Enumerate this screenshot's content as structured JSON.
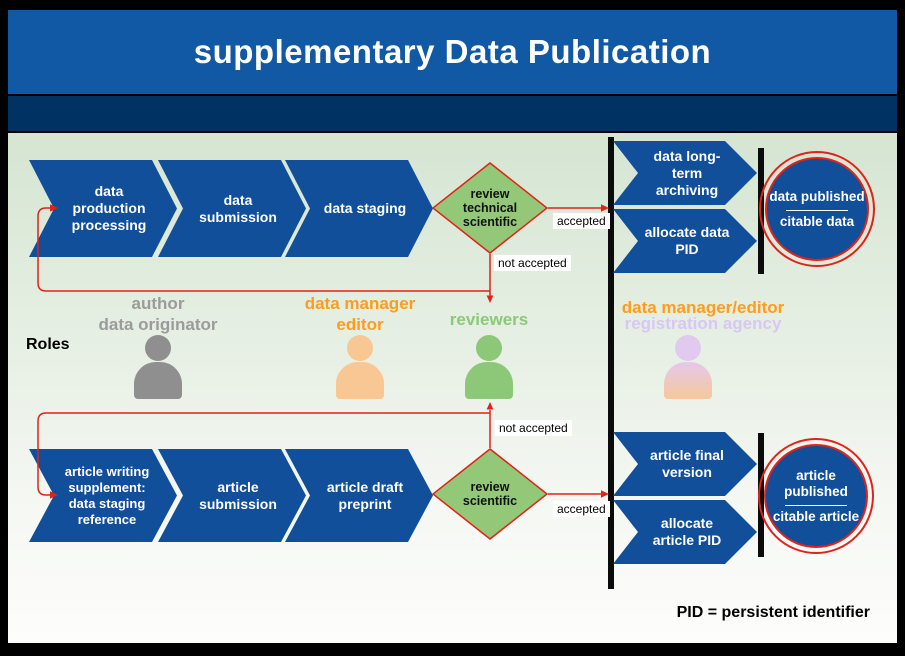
{
  "title": "supplementary Data Publication",
  "footnote": "PID = persistent identifier",
  "roles_heading": "Roles",
  "data_flow": {
    "steps": [
      "data production processing",
      "data submission",
      "data staging"
    ],
    "review": "review technical scientific",
    "accepted": "accepted",
    "not_accepted": "not accepted",
    "archive_step": "data long-term archiving",
    "pid_step": "allocate data PID",
    "result_title": "data published",
    "result_subtitle": "citable data"
  },
  "article_flow": {
    "steps": [
      "article writing supplement: data staging reference",
      "article submission",
      "article draft preprint"
    ],
    "review": "review scientific",
    "accepted": "accepted",
    "not_accepted": "not accepted",
    "final_step": "article final version",
    "pid_step": "allocate article PID",
    "result_title": "article published",
    "result_subtitle": "citable article"
  },
  "roles": [
    {
      "line1": "author",
      "line2": "data originator"
    },
    {
      "line1": "data manager",
      "line2": "editor"
    },
    {
      "line1": "reviewers",
      "line2": ""
    },
    {
      "line1": "data manager/editor",
      "line2": "registration agency"
    }
  ],
  "colors": {
    "header_blue": "#1159a4",
    "band_navy": "#003263",
    "shape_blue": "#114f9b",
    "review_green": "#92c877",
    "arrow_red": "#e02319",
    "role_gray": "#9b9b9b",
    "role_orange": "#ff9c1c",
    "role_green": "#8cc878",
    "role_lavender": "#d9c6f4"
  }
}
